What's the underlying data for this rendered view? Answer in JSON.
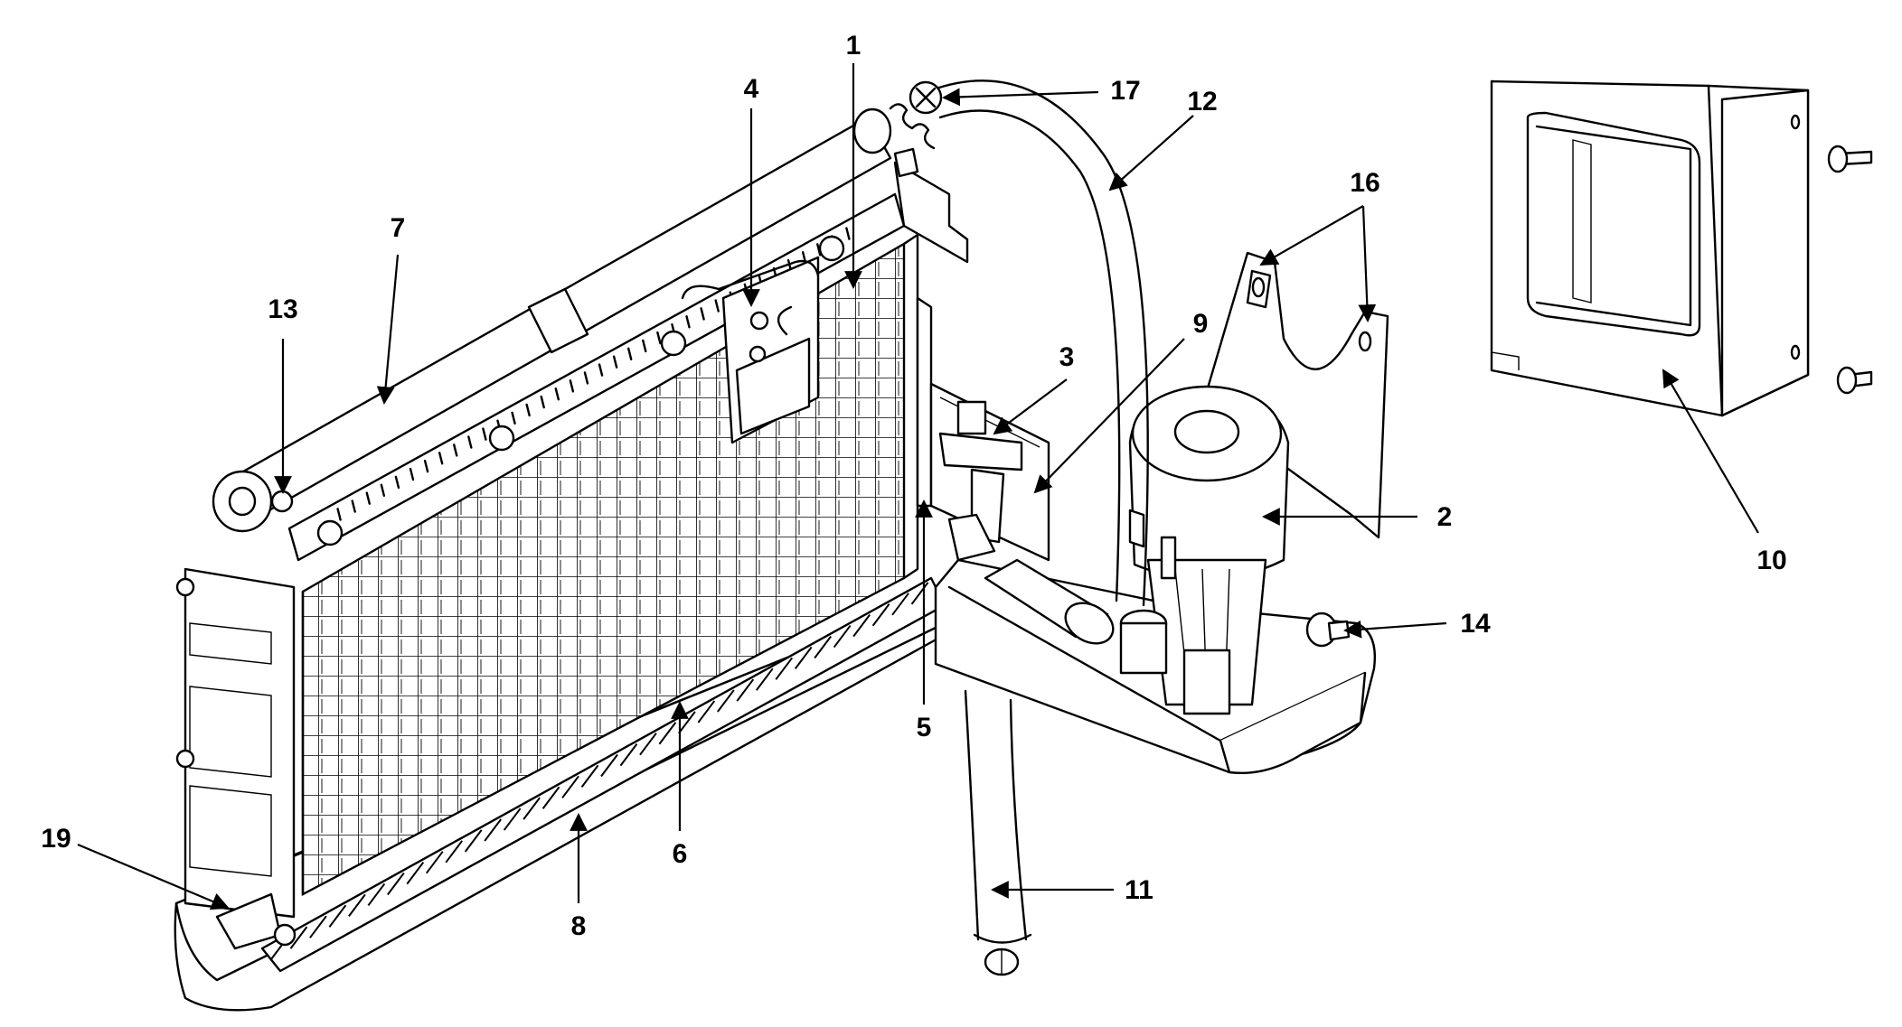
{
  "callouts": [
    {
      "id": "1",
      "text": "1"
    },
    {
      "id": "2",
      "text": "2"
    },
    {
      "id": "3",
      "text": "3"
    },
    {
      "id": "4",
      "text": "4"
    },
    {
      "id": "5",
      "text": "5"
    },
    {
      "id": "6",
      "text": "6"
    },
    {
      "id": "7",
      "text": "7"
    },
    {
      "id": "8",
      "text": "8"
    },
    {
      "id": "9",
      "text": "9"
    },
    {
      "id": "10",
      "text": "10"
    },
    {
      "id": "11",
      "text": "11"
    },
    {
      "id": "12",
      "text": "12"
    },
    {
      "id": "13",
      "text": "13"
    },
    {
      "id": "14",
      "text": "14"
    },
    {
      "id": "16",
      "text": "16"
    },
    {
      "id": "17",
      "text": "17"
    },
    {
      "id": "19",
      "text": "19"
    }
  ]
}
